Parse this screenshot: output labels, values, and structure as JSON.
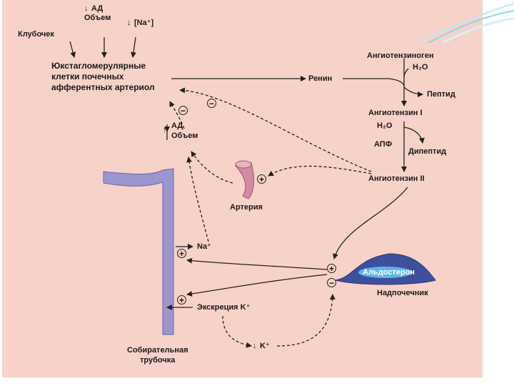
{
  "labels": {
    "klubochek": "Клубочек",
    "ad_obem_top_ad": "АД",
    "ad_obem_top_obem": "Объем",
    "na_top": "[Na⁺]",
    "jga_1": "Юкстагломерулярные",
    "jga_2": "клетки почечных",
    "jga_3": "афферентных артериол",
    "renin": "Ренин",
    "angiotensinogen": "Ангиотензиноген",
    "h2o_1": "H₂O",
    "peptid": "Пептид",
    "angiotensin_1": "Ангиотензин I",
    "h2o_2": "H₂O",
    "apf": "АПФ",
    "dipeptid": "Дипептид",
    "angiotensin_2": "Ангиотензин II",
    "ad_obem_mid_ad": "АД",
    "ad_obem_mid_obem": "Объем",
    "arteria": "Артерия",
    "na_plus": "Na⁺",
    "aldosteron": "Альдостерон",
    "nadpochechnik": "Надпочечник",
    "ekskreciya": "Экскреция K⁺",
    "k_plus": "K⁺",
    "sobiratelnaya_1": "Собирательная",
    "sobiratelnaya_2": "трубочка"
  },
  "signs": {
    "plus": "+",
    "minus": "−"
  },
  "colors": {
    "background": "#f7d2c8",
    "tubule": "#9b95d0",
    "adrenal": "#3e4f9c",
    "artery": "#d48aa0",
    "accent": "#6ec6e8"
  }
}
